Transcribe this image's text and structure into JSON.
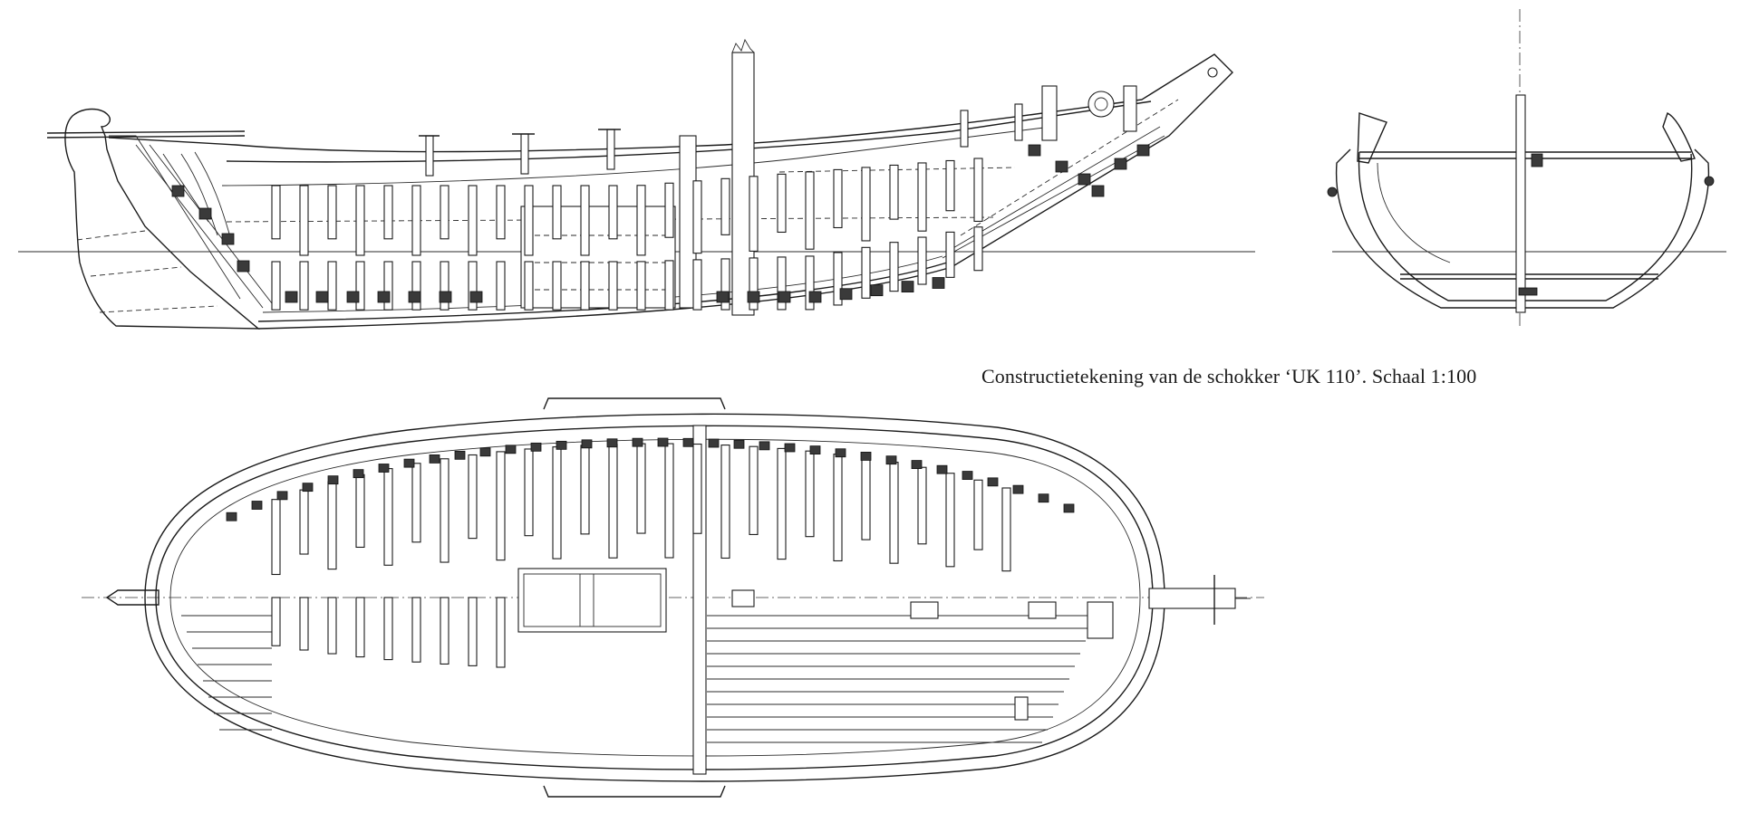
{
  "caption": "Constructietekening van de schokker ‘UK 110’. Schaal 1:100",
  "colors": {
    "ink": "#1b1b1b",
    "paper": "#ffffff",
    "section_fill": "#3a3a3a"
  },
  "views": [
    "side-profile",
    "midship-section",
    "deck-plan"
  ]
}
